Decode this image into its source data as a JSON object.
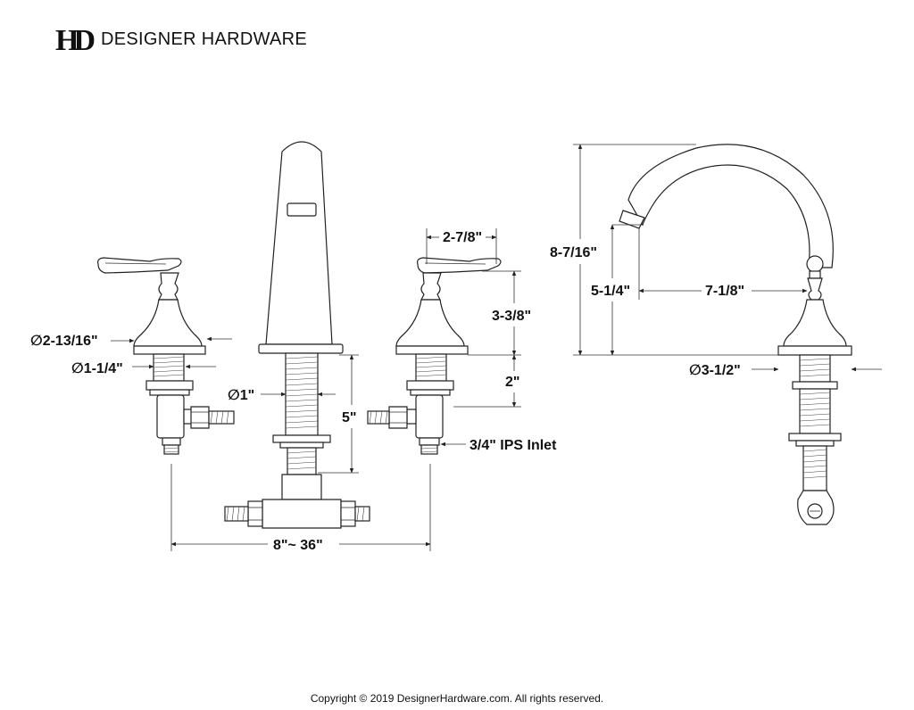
{
  "brand": {
    "logo_letters": "HD",
    "name": "DESIGNER HARDWARE"
  },
  "dimensions": {
    "handle_width": "2-7/8\"",
    "handle_height": "3-3/8\"",
    "escutcheon_diameter": "∅2-13/16\"",
    "shank_diameter": "∅1-1/4\"",
    "spout_shank_diameter": "∅1\"",
    "shank_length": "5\"",
    "valve_height": "2\"",
    "inlet": "3/4\" IPS Inlet",
    "spread": "8\"~ 36\"",
    "spout_height": "8-7/16\"",
    "spout_clearance": "5-1/4\"",
    "spout_reach": "7-1/8\"",
    "spout_base_diameter": "∅3-1/2\""
  },
  "footer": {
    "copyright": "Copyright © 2019 DesignerHardware.com. All rights reserved."
  }
}
